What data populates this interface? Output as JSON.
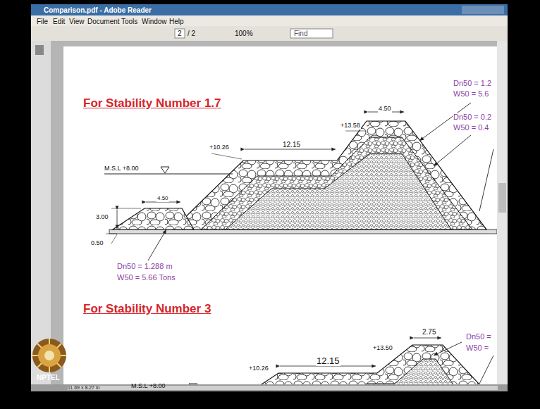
{
  "diagram": {
    "labels": [
      "Comparison.pdf - Adobe Reader",
      "File",
      "Edit",
      "View",
      "Document",
      "Tools",
      "Window",
      "Help",
      "2",
      "/ 2",
      "100%",
      "Find",
      "For Stability Number 1.7",
      "Dn50 = 1.2",
      "W50 = 5.6",
      "+13.58",
      "4.50",
      "Dn50 = 0.2",
      "W50 = 0.4",
      "+10.26",
      "12.15",
      "M.S.L +8.00",
      "4.50",
      "3.00",
      "0.50",
      "Dn50 = 1.288 m",
      "W50 = 5.66 Tons",
      "For Stability Number 3",
      "2.75",
      "+13.50",
      "12.15",
      "+10.26",
      "M.S.L +8.00",
      "Dn50 =",
      "W50 =",
      "NPTEL",
      "11.69 x 8.27 in"
    ]
  }
}
